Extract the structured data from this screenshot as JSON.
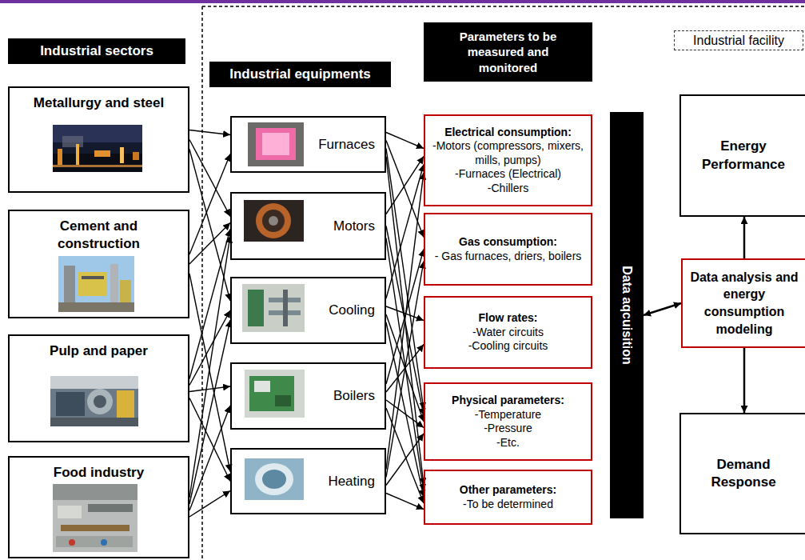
{
  "diagram": {
    "nodes": [
      {
        "text": [
          "Industrial sectors"
        ]
      },
      {
        "text": [
          "Industrial equipments"
        ]
      },
      {
        "text": [
          "Parameters to be measured and monitored"
        ]
      },
      {
        "text": [
          "Industrial facility"
        ]
      },
      {
        "text": [
          "Metallurgy and steel"
        ]
      },
      {
        "text": [
          "Cement and construction"
        ]
      },
      {
        "text": [
          "Pulp and paper"
        ]
      },
      {
        "text": [
          "Food industry"
        ]
      },
      {
        "text": [
          "Furnaces"
        ]
      },
      {
        "text": [
          "Motors"
        ]
      },
      {
        "text": [
          "Cooling"
        ]
      },
      {
        "text": [
          "Boilers"
        ]
      },
      {
        "text": [
          "Heating"
        ]
      },
      {
        "text": [
          "Electrical consumption:",
          "-Motors (compressors, mixers, mills, pumps)",
          "-Furnaces (Electrical)",
          "-Chillers"
        ]
      },
      {
        "text": [
          "Gas consumption:",
          "- Gas furnaces, driers, boilers"
        ]
      },
      {
        "text": [
          "Flow rates:",
          "-Water circuits",
          "-Cooling circuits"
        ]
      },
      {
        "text": [
          "Physical parameters:",
          "-Temperature",
          "-Pressure",
          "-Etc."
        ]
      },
      {
        "text": [
          "Other parameters:",
          "-To be determined"
        ]
      },
      {
        "text": [
          "Data aqcuisition"
        ]
      },
      {
        "text": [
          "Energy Performance"
        ]
      },
      {
        "text": [
          "Data analysis and energy consumption modeling"
        ]
      },
      {
        "text": [
          "Demand Response"
        ]
      }
    ],
    "edges": [
      {
        "from": 4,
        "to": 8,
        "arrow": "to"
      },
      {
        "from": 4,
        "to": 9,
        "arrow": "to"
      },
      {
        "from": 4,
        "to": 10,
        "arrow": "to"
      },
      {
        "from": 5,
        "to": 8,
        "arrow": "to"
      },
      {
        "from": 5,
        "to": 9,
        "arrow": "to"
      },
      {
        "from": 5,
        "to": 12,
        "arrow": "to"
      },
      {
        "from": 6,
        "to": 9,
        "arrow": "to"
      },
      {
        "from": 6,
        "to": 10,
        "arrow": "to"
      },
      {
        "from": 6,
        "to": 11,
        "arrow": "to"
      },
      {
        "from": 6,
        "to": 12,
        "arrow": "to"
      },
      {
        "from": 7,
        "to": 9,
        "arrow": "to"
      },
      {
        "from": 7,
        "to": 10,
        "arrow": "to"
      },
      {
        "from": 7,
        "to": 11,
        "arrow": "to"
      },
      {
        "from": 7,
        "to": 12,
        "arrow": "to"
      },
      {
        "from": 8,
        "to": 13,
        "arrow": "to"
      },
      {
        "from": 8,
        "to": 14,
        "arrow": "to"
      },
      {
        "from": 8,
        "to": 16,
        "arrow": "to"
      },
      {
        "from": 8,
        "to": 17,
        "arrow": "to"
      },
      {
        "from": 9,
        "to": 13,
        "arrow": "to"
      },
      {
        "from": 9,
        "to": 16,
        "arrow": "to"
      },
      {
        "from": 9,
        "to": 17,
        "arrow": "to"
      },
      {
        "from": 10,
        "to": 13,
        "arrow": "to"
      },
      {
        "from": 10,
        "to": 15,
        "arrow": "to"
      },
      {
        "from": 10,
        "to": 16,
        "arrow": "to"
      },
      {
        "from": 10,
        "to": 17,
        "arrow": "to"
      },
      {
        "from": 11,
        "to": 14,
        "arrow": "to"
      },
      {
        "from": 11,
        "to": 15,
        "arrow": "to"
      },
      {
        "from": 11,
        "to": 16,
        "arrow": "to"
      },
      {
        "from": 11,
        "to": 17,
        "arrow": "to"
      },
      {
        "from": 12,
        "to": 13,
        "arrow": "to"
      },
      {
        "from": 12,
        "to": 14,
        "arrow": "to"
      },
      {
        "from": 12,
        "to": 16,
        "arrow": "to"
      },
      {
        "from": 12,
        "to": 17,
        "arrow": "to"
      },
      {
        "from": 18,
        "to": 20,
        "arrow": "both"
      },
      {
        "from": 20,
        "to": 19,
        "arrow": "to"
      },
      {
        "from": 20,
        "to": 21,
        "arrow": "to"
      }
    ]
  }
}
